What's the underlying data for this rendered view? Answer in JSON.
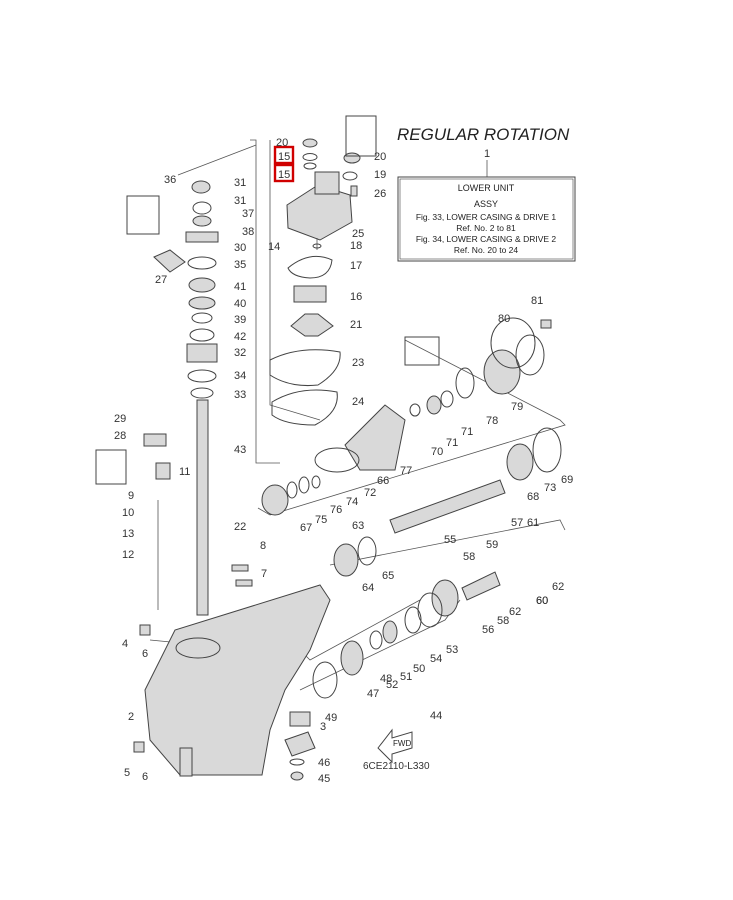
{
  "diagram": {
    "heading": "REGULAR ROTATION",
    "drawing_code": "6CE2110-L330",
    "fwd_arrow_label": "FWD",
    "legend": {
      "ref_number": "1",
      "line1": "LOWER UNIT",
      "line2": "ASSY",
      "line3": "Fig. 33, LOWER CASING & DRIVE 1",
      "line4": "Ref. No. 2 to 81",
      "line5": "Fig. 34, LOWER CASING & DRIVE 2",
      "line6": "Ref. No. 20 to 24"
    },
    "highlighted_callouts": [
      "15",
      "15"
    ],
    "callouts": [
      "2",
      "3",
      "4",
      "5",
      "6",
      "6",
      "7",
      "8",
      "9",
      "10",
      "11",
      "12",
      "13",
      "14",
      "16",
      "17",
      "18",
      "19",
      "20",
      "20",
      "21",
      "22",
      "23",
      "24",
      "25",
      "26",
      "27",
      "28",
      "29",
      "30",
      "31",
      "31",
      "32",
      "33",
      "34",
      "35",
      "36",
      "37",
      "38",
      "39",
      "40",
      "41",
      "42",
      "43",
      "44",
      "45",
      "46",
      "47",
      "48",
      "49",
      "50",
      "51",
      "52",
      "53",
      "54",
      "55",
      "56",
      "57",
      "58",
      "58",
      "59",
      "60",
      "60",
      "61",
      "62",
      "62",
      "63",
      "64",
      "65",
      "66",
      "67",
      "68",
      "69",
      "70",
      "71",
      "71",
      "72",
      "73",
      "74",
      "75",
      "76",
      "77",
      "78",
      "79",
      "80",
      "81"
    ],
    "colors": {
      "highlight": "#d00000",
      "line": "#444444",
      "fill": "#d9d9d9"
    }
  }
}
